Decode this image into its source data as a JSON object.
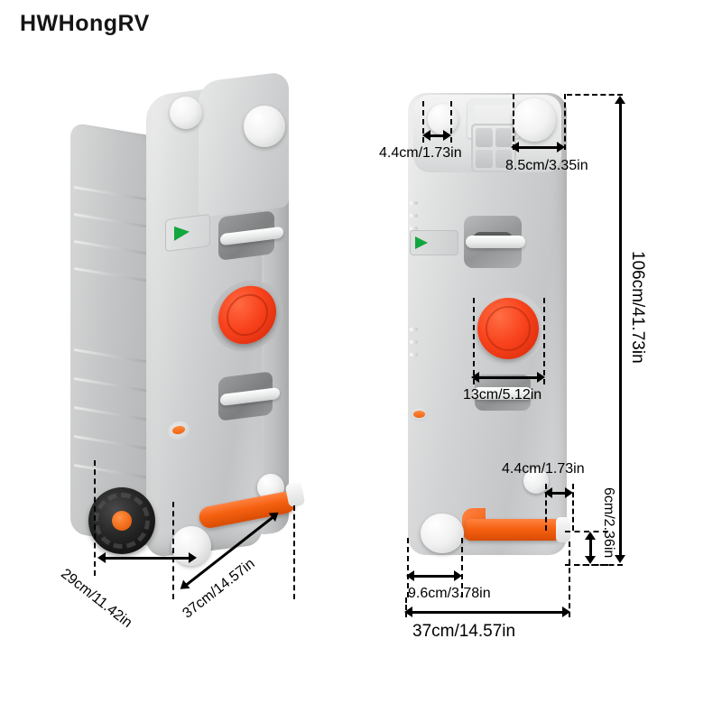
{
  "brand": {
    "name": "HWHongRV"
  },
  "product": {
    "type": "portable-water-tank",
    "colors": {
      "body": "#d2d3d4",
      "cap_white": "#f3f3f3",
      "cap_red": "#f8431c",
      "hose_orange": "#f4600f",
      "wheel_black": "#1a1a1a",
      "wheel_hub_orange": "#ef6a18",
      "label_green": "#12a63f",
      "background": "#ffffff",
      "annotation": "#000000"
    }
  },
  "views": {
    "left": {
      "name": "perspective-view"
    },
    "right": {
      "name": "front-view"
    }
  },
  "dimensions": {
    "cap_small_top": "4.4cm/1.73in",
    "cap_large_top": "8.5cm/3.35in",
    "total_height": "106cm/41.73in",
    "red_cap_diameter": "13cm/5.12in",
    "foot_small": "4.4cm/1.73in",
    "hose_height": "6cm/2.36in",
    "foot_width": "9.6cm/3.78in",
    "total_width_front": "37cm/14.57in",
    "depth": "29cm/11.42in",
    "total_width_side": "37cm/14.57in"
  }
}
